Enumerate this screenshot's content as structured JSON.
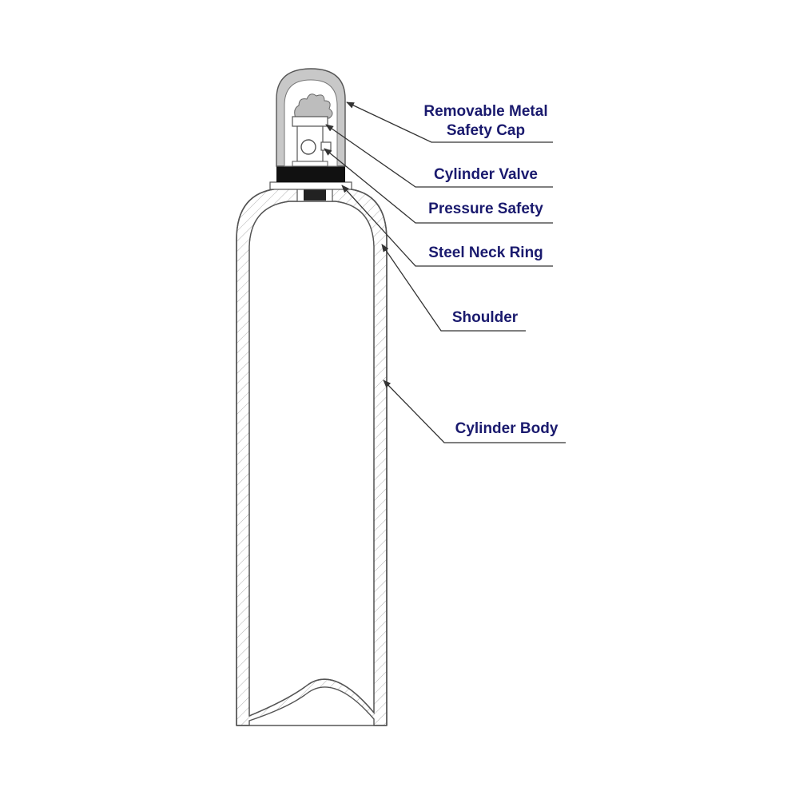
{
  "labels": {
    "cap_line1": "Removable Metal",
    "cap_line2": "Safety Cap",
    "valve": "Cylinder Valve",
    "pressure_safety": "Pressure Safety",
    "neck_ring": "Steel Neck Ring",
    "shoulder": "Shoulder",
    "body": "Cylinder Body"
  },
  "colors": {
    "label_text": "#1a1a6e",
    "outline": "#555555",
    "cap_fill": "#c8c8c8",
    "neck_ring_fill": "#111111",
    "hatch": "#b0b0b0",
    "leader": "#333333"
  }
}
